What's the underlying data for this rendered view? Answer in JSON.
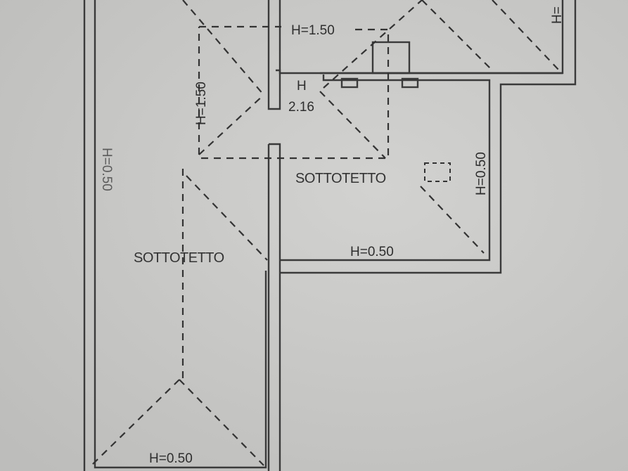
{
  "plan": {
    "rooms": [
      {
        "label": "SOTTOTETTO"
      },
      {
        "label": "SOTTOTETTO"
      }
    ],
    "heights": {
      "top_center": "H=1.50",
      "left_vertical_upper": "H=1.50",
      "stair_h": "H",
      "stair_value": "2.16",
      "right_vertical": "H=0.50",
      "center_bottom": "H=0.50",
      "far_left_vertical": "H=0.50",
      "bottom_left": "H=0.50",
      "top_right_clipped": "H="
    }
  },
  "colors": {
    "paper": "#c9c9c7",
    "ink": "#333333"
  }
}
